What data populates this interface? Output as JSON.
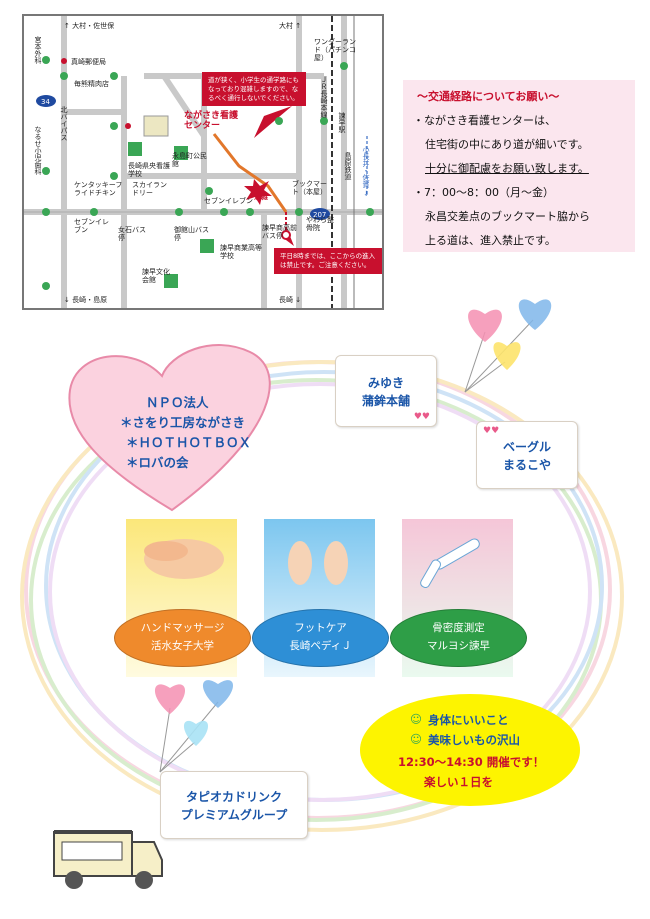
{
  "map": {
    "north_labels": {
      "omura_sasebo": "↑ 大村・佐世保",
      "omura": "大村 ↑"
    },
    "south_labels": {
      "nagasaki_shimabara": "↓ 長崎・島原",
      "nagasaki": "長崎 ↓"
    },
    "route_34": "34",
    "route_207": "207",
    "places": {
      "miyamoto_geka": "宮本外科",
      "post_office": "真崎郵便局",
      "kinrai_kan": "毎熊精肉店",
      "kita_bypass": "北バイパス",
      "naruse_dental": "なるせ小児歯科",
      "kango_center": "ながさき看護センター",
      "nagasaki_nurse_school": "長崎県央看護学校",
      "nagashima_park": "永島町公民館",
      "kfc": "ケンタッキーフライドチキン",
      "sky_laundry": "スカイランドリー",
      "seven_left": "セブンイレブン",
      "seven_mid": "セブンイレブン",
      "seven_top": "セブンイレブン",
      "meganeishi_stop": "女石バス停",
      "goshuin_stop": "御館山バス停",
      "isahaya_station_stop": "諫早商高前バス停",
      "isahaya_high": "諫早商業高等学校",
      "isahaya_culture": "諫早文化会館",
      "book_mart": "ブックマート（本屋）",
      "yawara": "やわら整骨院",
      "wonderland": "ワンダーランド（パチンコ屋）",
      "jr_line": "ＪＲ長崎本線",
      "isahaya_station": "諫早駅",
      "shimabara_rail": "島原鉄道",
      "konagai": "小長井・佐賀 →",
      "jam": "混雑"
    },
    "callout_top": "道が狭く、小学生の通学路にもなっており混雑しますので、なるべく通行しないでください。",
    "callout_bottom": "平日8時までは、ここからの進入は禁止です。ご注意ください。"
  },
  "notice": {
    "title": "〜交通経路についてお願い〜",
    "line1": "・ながさき看護センターは、",
    "line2": "住宅街の中にあり道が細いです。",
    "line3": "十分に御配慮をお願い致します。",
    "line4": "・7：00〜8：00（月〜金）",
    "line5": "永昌交差点のブックマート脇から",
    "line6": "上る道は、進入禁止です。"
  },
  "npo": {
    "title": "ＮＰＯ法人",
    "item1": "＊さをり工房ながさき",
    "item2": "＊ＨＯＴＨＯＴＢＯＸ",
    "item3": "＊ロバの会"
  },
  "shops": {
    "miyuki": [
      "みゆき",
      "蒲鉾本舗"
    ],
    "bagel": [
      "ベーグル",
      "まるこや"
    ],
    "tapioca": [
      "タピオカドリンク",
      "プレミアムグループ"
    ]
  },
  "booths": {
    "hand": [
      "ハンドマッサージ",
      "活水女子大学"
    ],
    "foot": [
      "フットケア",
      "長崎ペディＪ"
    ],
    "bone": [
      "骨密度測定",
      "マルヨシ諫早"
    ]
  },
  "event": {
    "line1": "身体にいいこと",
    "line2": "美味しいもの沢山",
    "time": "12:30〜14:30 開催です！",
    "closing": "楽しい１日を"
  },
  "colors": {
    "red": "#c8102e",
    "blue_text": "#1a55a8",
    "notice_bg": "#fbe6ee",
    "yellow": "#fdf400",
    "orange": "#ef8a2c",
    "booth_blue": "#2e8fd6",
    "booth_green": "#2e9e47"
  }
}
